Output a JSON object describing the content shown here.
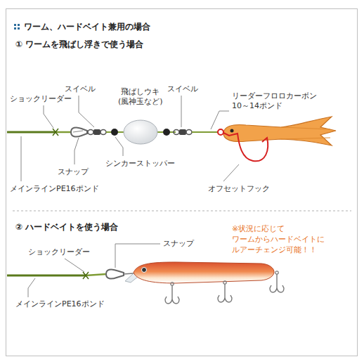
{
  "diagram": {
    "title": "ワーム、ハードベイト兼用の場合",
    "labels": [
      "① ワームを飛ばし浮きで使う場合",
      "ショックリーダー",
      "スイベル",
      "飛ばしウキ (風神玉など)",
      "スイベル",
      "リーダーフロロカーボン 10～14ポンド",
      "スナップ",
      "シンカーストッパー",
      "メインラインPE16ポンド",
      "オフセットフック",
      "② ハードベイトを使う場合",
      "ショックリーダー",
      "スナップ",
      "※状況に応じて ワームからハードベイトに ルアーチェンジ可能！！",
      "メインラインPE16ポンド"
    ]
  }
}
